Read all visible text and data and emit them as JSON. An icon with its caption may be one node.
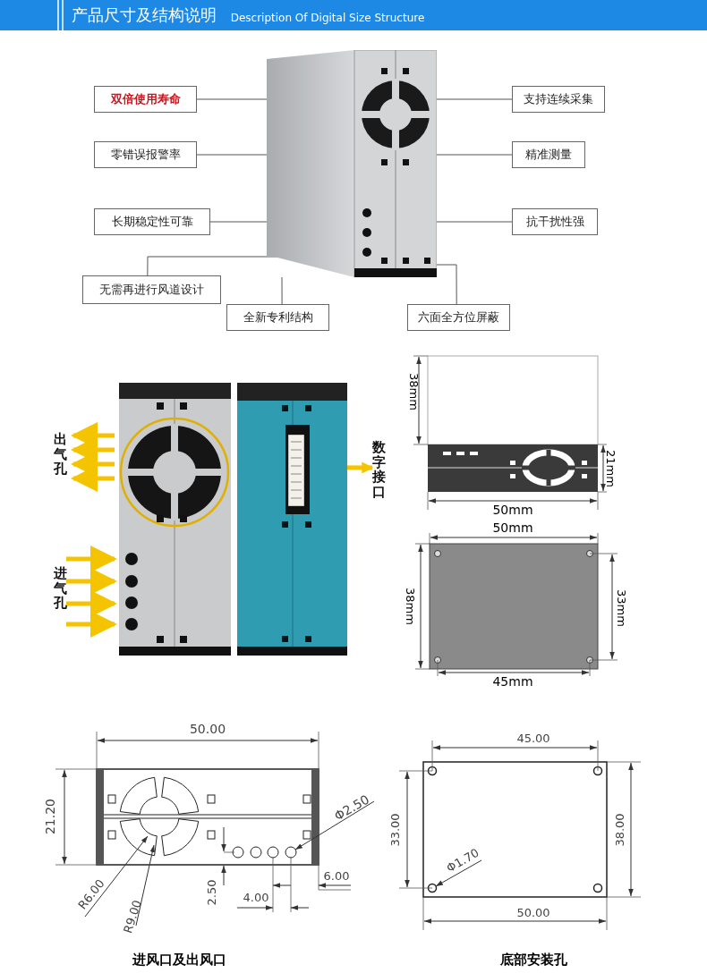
{
  "diagram": {
    "title": "产品尺寸及结构说明",
    "nodes": [
      {
        "text": [],
        "shape": "picture"
      },
      {
        "text": [
          "双倍使用寿命"
        ]
      },
      {
        "text": [
          "支持连续采集"
        ]
      },
      {
        "text": [
          "零错误报警率"
        ]
      },
      {
        "text": [
          "精准测量"
        ]
      },
      {
        "text": [
          "长期稳定性可靠"
        ]
      },
      {
        "text": [
          "抗干扰性强"
        ]
      },
      {
        "text": [
          "无需再进行风道设计"
        ]
      },
      {
        "text": [
          "全新专利结构"
        ]
      },
      {
        "text": [
          "六面全方位屏蔽"
        ]
      },
      {
        "text": [],
        "shape": "picture"
      },
      {
        "text": [],
        "shape": "picture"
      },
      {
        "text": [],
        "shape": "box",
        "in": 11
      },
      {
        "text": [
          "数字接口"
        ]
      }
    ],
    "edges": [
      {
        "from": 1,
        "to": 0,
        "arrow": "none"
      },
      {
        "from": 2,
        "to": 0,
        "arrow": "none"
      },
      {
        "from": 3,
        "to": 0,
        "arrow": "none"
      },
      {
        "from": 4,
        "to": 0,
        "arrow": "none"
      },
      {
        "from": 5,
        "to": 0,
        "arrow": "none"
      },
      {
        "from": 6,
        "to": 0,
        "arrow": "none"
      },
      {
        "from": 7,
        "to": 0,
        "arrow": "none"
      },
      {
        "from": 8,
        "to": 0,
        "arrow": "none"
      },
      {
        "from": 9,
        "to": 0,
        "arrow": "none"
      },
      {
        "from": 12,
        "to": 13,
        "arrow": "to",
        "style": "thick",
        "color": "#f5c400"
      }
    ],
    "labels": [
      "Description Of Digital Size Structure",
      "出气孔",
      "进气孔",
      "38mm",
      "21mm",
      "50mm",
      "50mm",
      "38mm",
      "33mm",
      "45mm",
      "50.00",
      "21.20",
      "Φ2.50",
      "R6.00",
      "R9.00",
      "2.50",
      "6.00",
      "4.00",
      "45.00",
      "33.00",
      "38.00",
      "Φ1.70",
      "50.00",
      "进风口及出风口",
      "底部安装孔"
    ]
  }
}
